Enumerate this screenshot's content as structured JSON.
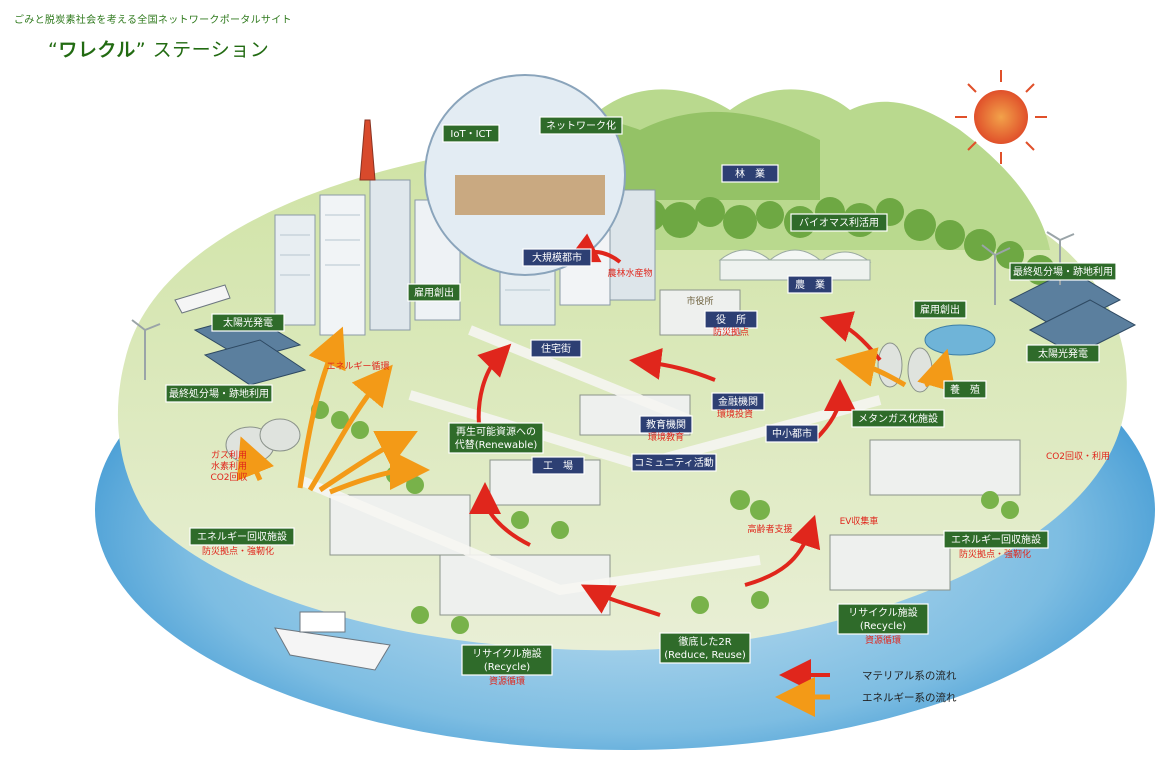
{
  "header": {
    "subtitle": "ごみと脱炭素社会を考える全国ネットワークポータルサイト",
    "title_quote_open": "“",
    "title_bold": "ワレクル",
    "title_quote_close": "”",
    "title_rest": " ステーション"
  },
  "labels": {
    "iot": "IoT・ICT",
    "network": "ネットワーク化",
    "forestry": "林　業",
    "biomass": "バイオマス利活用",
    "final_disposal_right": "最終処分場・跡地利用",
    "solar_left": "太陽光発電",
    "large_city": "大規模都市",
    "wood_products": "農林水産物",
    "employment_left": "雇用創出",
    "agriculture": "農　業",
    "employment_right": "雇用創出",
    "city_office": "役　所",
    "disaster_base_office": "防災拠点",
    "solar_right": "太陽光発電",
    "aquaculture": "養　殖",
    "energy_cycle": "エネルギー循環",
    "residential": "住宅街",
    "final_disposal_left": "最終処分場・跡地利用",
    "financial": "金融機関",
    "env_investment": "環境投資",
    "methane": "メタンガス化施設",
    "renewable_1": "再生可能資源への",
    "renewable_2": "代替(Renewable)",
    "education": "教育機関",
    "env_education": "環境教育",
    "small_city": "中小都市",
    "co2_right": "CO2回収・利用",
    "gas_use": "ガス利用",
    "hydrogen_use": "水素利用",
    "co2_recovery": "CO2回収",
    "factory": "工　場",
    "community": "コミュニティ活動",
    "elderly_support": "高齢者支援",
    "ev": "EV収集車",
    "energy_recovery_left": "エネルギー回収施設",
    "disaster_left": "防災拠点・強靭化",
    "energy_recovery_right": "エネルギー回収施設",
    "disaster_right": "防災拠点・強靭化",
    "recycle_right_1": "リサイクル施設",
    "recycle_right_2": "(Recycle)",
    "resource_cycle_right": "資源循環",
    "reduce_1": "徹底した2R",
    "reduce_2": "(Reduce, Reuse)",
    "recycle_left_1": "リサイクル施設",
    "recycle_left_2": "(Recycle)",
    "resource_cycle_left": "資源循環",
    "city_hall_sign": "市役所"
  },
  "legend": {
    "material": "マテリアル系の流れ",
    "energy": "エネルギー系の流れ"
  },
  "colors": {
    "material_flow": "#e0261c",
    "energy_flow": "#f39a17",
    "label_green": "#2f6b2a",
    "label_navy": "#2d3f73",
    "header_green": "#226b12"
  }
}
